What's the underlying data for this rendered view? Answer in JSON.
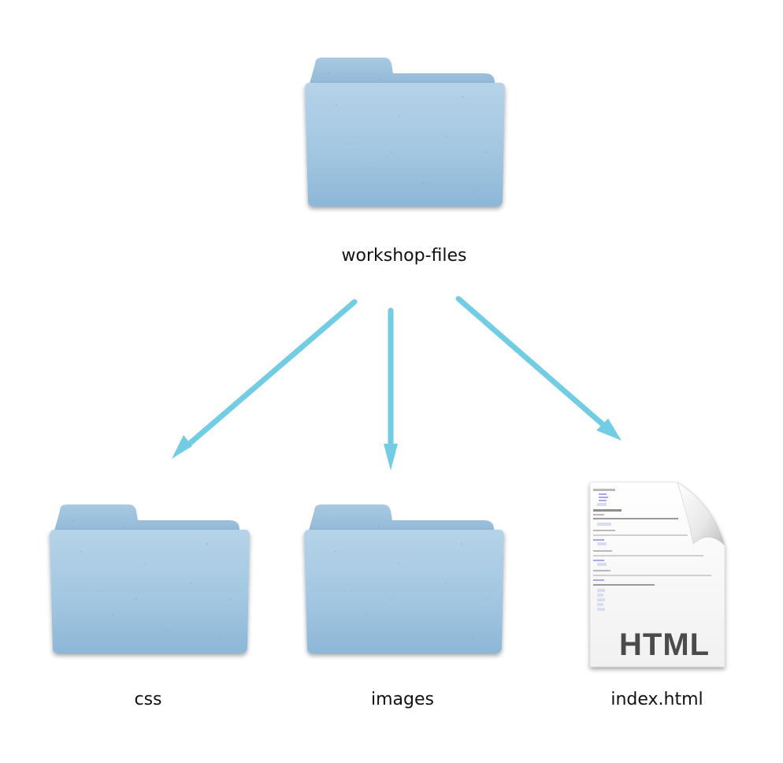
{
  "diagram": {
    "root": {
      "name": "workshop-files",
      "type": "folder"
    },
    "children": [
      {
        "name": "css",
        "type": "folder"
      },
      {
        "name": "images",
        "type": "folder"
      },
      {
        "name": "index.html",
        "type": "file",
        "badge": "HTML"
      }
    ],
    "edges": [
      {
        "from": "workshop-files",
        "to": "css"
      },
      {
        "from": "workshop-files",
        "to": "images"
      },
      {
        "from": "workshop-files",
        "to": "index.html"
      }
    ]
  },
  "colors": {
    "arrow": "#72cde4",
    "folder_front": "#9fc4e0",
    "folder_back": "#8fb8d8",
    "label_text": "#111111",
    "document_badge": "#4b4b4b"
  },
  "icons": {
    "folder": "folder-icon",
    "document": "html-document-icon"
  }
}
